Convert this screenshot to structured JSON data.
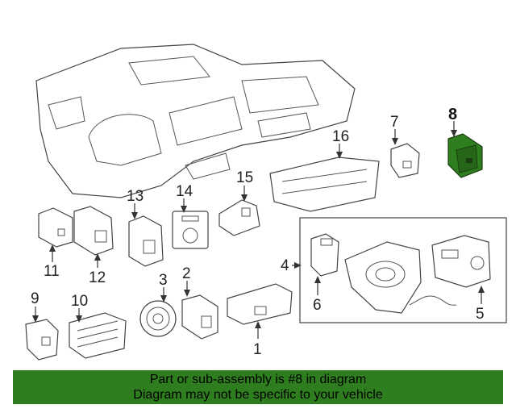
{
  "callouts": {
    "c1": "1",
    "c2": "2",
    "c3": "3",
    "c4": "4",
    "c5": "5",
    "c6": "6",
    "c7": "7",
    "c8": "8",
    "c9": "9",
    "c10": "10",
    "c11": "11",
    "c12": "12",
    "c13": "13",
    "c14": "14",
    "c15": "15",
    "c16": "16"
  },
  "highlight": {
    "part": "8",
    "color": "#2e7d1e"
  },
  "banner": {
    "line1": "Part or sub-assembly is #8 in diagram",
    "line2": "Diagram may not be specific to your vehicle",
    "color": "#2e7d1e"
  }
}
